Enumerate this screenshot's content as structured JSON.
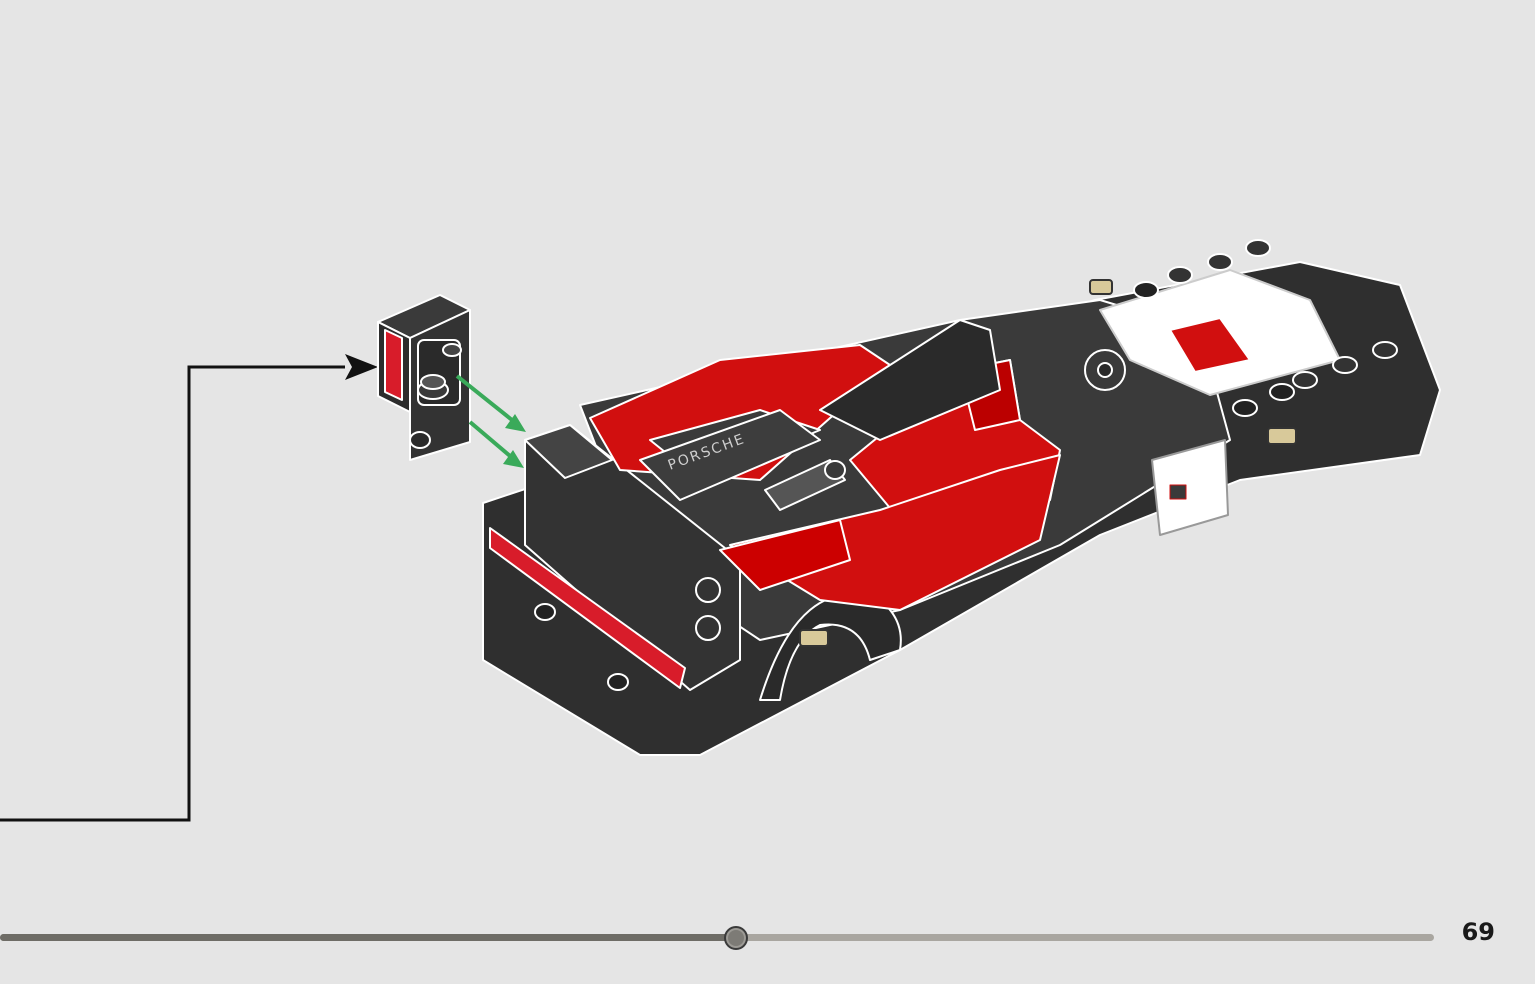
{
  "page": {
    "number": "69"
  },
  "progress": {
    "fraction": 0.513
  },
  "colors": {
    "background": "#e5e5e5",
    "brick_dark": "#2f2f2f",
    "brick_red": "#d10f0f",
    "brick_white": "#ffffff",
    "brick_tan": "#d8c99a",
    "arrow_green": "#3aaa5a",
    "callout_line": "#111111"
  },
  "parts": {
    "logo_text": "PORSCHE"
  },
  "icons": [
    "callout-arrow-icon",
    "green-attach-arrow-icon"
  ]
}
